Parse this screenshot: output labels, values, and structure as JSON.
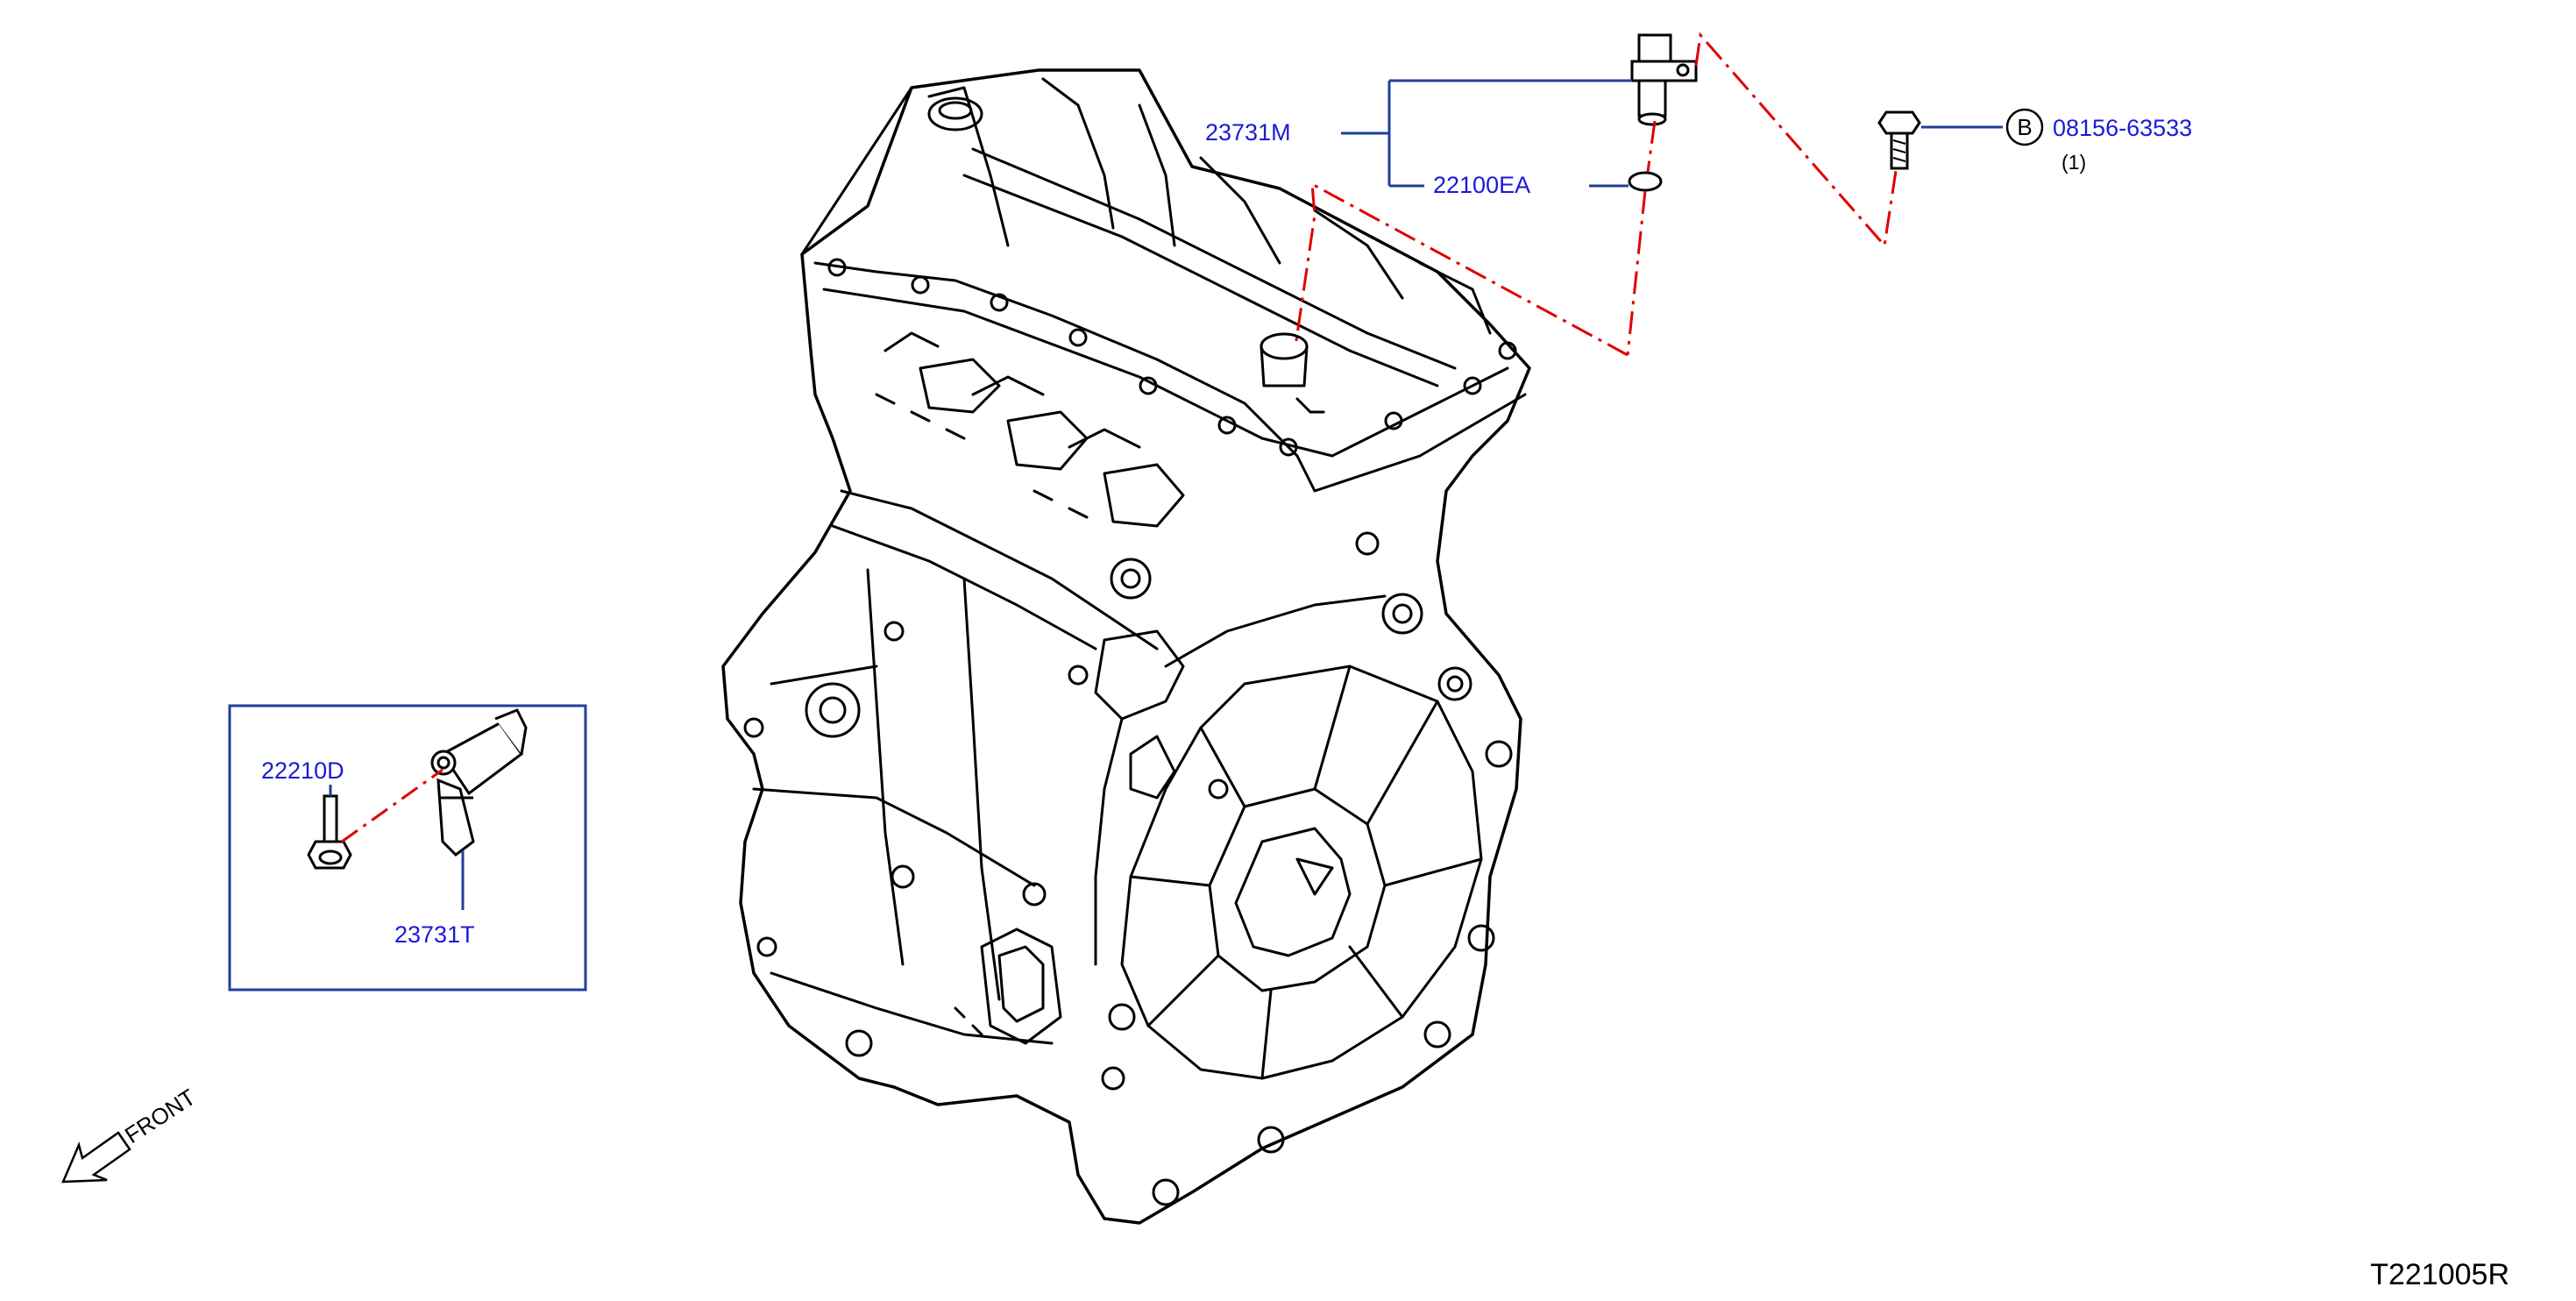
{
  "diagram_code": "T221005R",
  "front_label": "FRONT",
  "colors": {
    "part_label": "#1a1ad6",
    "leader_line": "#1f3f9a",
    "dash_line": "#e00000",
    "outline": "#000000"
  },
  "parts": {
    "camshaft_sensor": "23731M",
    "o_ring": "22100EA",
    "bolt_ref_letter": "B",
    "bolt_number": "08156-63533",
    "bolt_qty": "(1)"
  },
  "inset": {
    "bolt": "22210D",
    "crank_sensor": "23731T"
  }
}
